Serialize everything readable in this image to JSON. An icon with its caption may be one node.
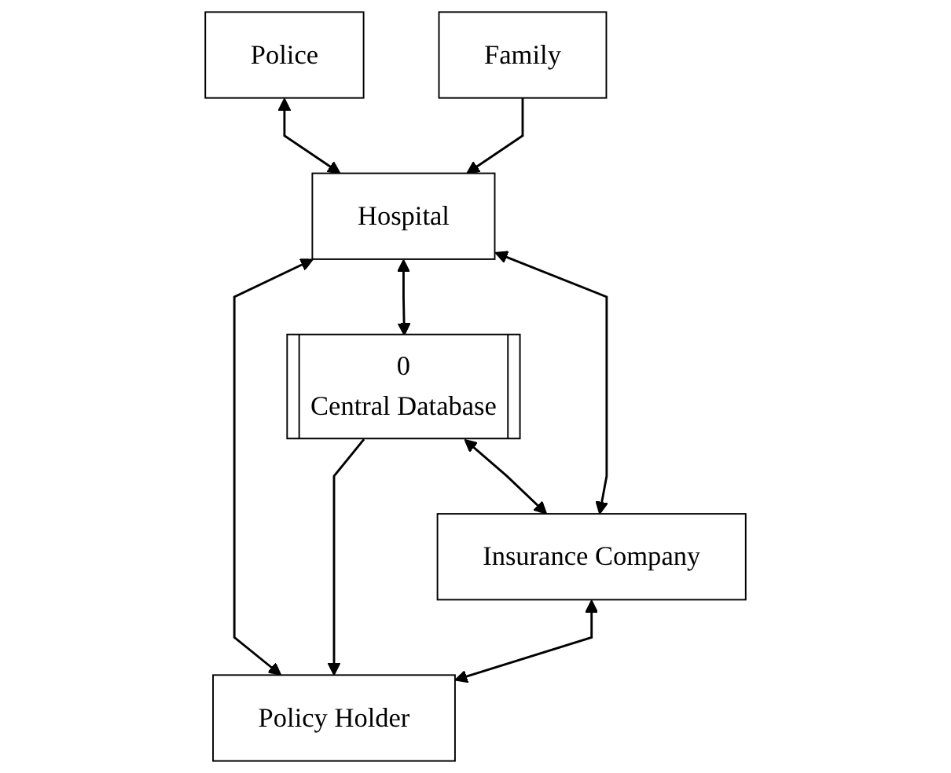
{
  "diagram": {
    "nodes": [
      {
        "text": [
          "Police"
        ]
      },
      {
        "text": [
          "Hospital"
        ]
      },
      {
        "text": [
          "Family"
        ]
      },
      {
        "text": [
          "0",
          "Central Database"
        ]
      },
      {
        "text": [
          "Policy Holder"
        ]
      },
      {
        "text": [
          "Insurance Company"
        ]
      }
    ],
    "edges": [
      {
        "from": 0,
        "to": 1,
        "arrow": "both"
      },
      {
        "from": 2,
        "to": 1,
        "arrow": "to"
      },
      {
        "from": 1,
        "to": 4,
        "arrow": "both"
      },
      {
        "from": 1,
        "to": 3,
        "arrow": "both"
      },
      {
        "from": 3,
        "to": 4,
        "arrow": "to"
      },
      {
        "from": 3,
        "to": 5,
        "arrow": "both"
      },
      {
        "from": 5,
        "to": 4,
        "arrow": "both"
      },
      {
        "from": 1,
        "to": 5,
        "arrow": "both"
      }
    ]
  }
}
